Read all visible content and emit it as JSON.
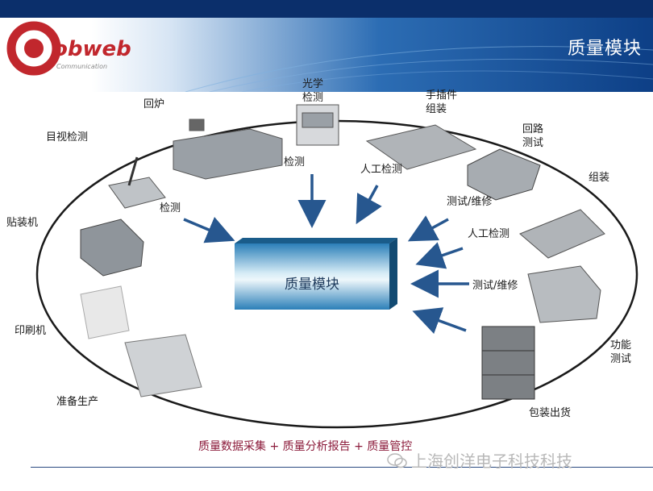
{
  "header": {
    "title": "质量模块"
  },
  "logo": {
    "text": "obweb",
    "subtext": "Communication"
  },
  "center": {
    "label": "质量模块"
  },
  "stations": {
    "reflow": "回炉",
    "visual": "目视检测",
    "placement": "贴装机",
    "printer": "印刷机",
    "prep": "准备生产",
    "aoi": "光学检测",
    "manual_insert": "手插件组装",
    "ict": "回路测试",
    "assembly": "组装",
    "functional": "功能测试",
    "packing": "包装出货"
  },
  "arrow_labels": {
    "inspect1": "检测",
    "inspect2": "检测",
    "manual_inspect1": "人工检测",
    "test_repair1": "测试/维修",
    "manual_inspect2": "人工检测",
    "test_repair2": "测试/维修"
  },
  "footer": {
    "text": "质量数据采集 + 质量分析报告 + 质量管控"
  },
  "watermark": {
    "text": "上海创洋电子科技科技"
  },
  "colors": {
    "header_dark": "#0d3f86",
    "arrow": "#27578f",
    "box": "#2b7fb8",
    "footer_text": "#8b1a3a",
    "logo_red": "#c1272d"
  }
}
